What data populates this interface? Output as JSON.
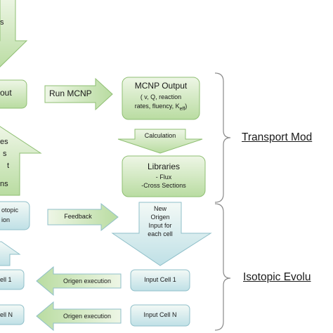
{
  "labels": {
    "top_left_arrow": "s",
    "left_box_cut": "out",
    "run_mcnp": "Run MCNP",
    "mcnp_output_title": "MCNP Output",
    "mcnp_output_line1": "( v, Q, reaction",
    "mcnp_output_line2": "rates, fluency, K",
    "mcnp_output_sub": "eff",
    "mcnp_output_close": ")",
    "calculation": "Calculation",
    "libraries_title": "Libraries",
    "libraries_flux": "- Flux",
    "libraries_xs": "-Cross Sections",
    "up_arrow_line1": "es",
    "up_arrow_line2": "s",
    "up_arrow_line3": "t",
    "up_arrow_line4": "ns",
    "left_mid_line1": "otopic",
    "left_mid_line2": "ion",
    "feedback": "Feedback",
    "new_origen_line1": "New",
    "new_origen_line2": "Origen",
    "new_origen_line3": "Input for",
    "new_origen_line4": "each cell",
    "left_cell1": "ell 1",
    "left_celln": "ell N",
    "origen_exec_1": "Origen execution",
    "origen_exec_n": "Origen execution",
    "input_cell1": "Input Cell 1",
    "input_celln": "Input Cell N"
  },
  "sections": {
    "transport": "Transport Mod",
    "isotopic": "Isotopic Evolu"
  },
  "colors": {
    "fill_light": "#eef6e6",
    "fill_dark": "#b9dca1",
    "stroke": "#8fbf73",
    "brace": "#8a8a8a"
  }
}
